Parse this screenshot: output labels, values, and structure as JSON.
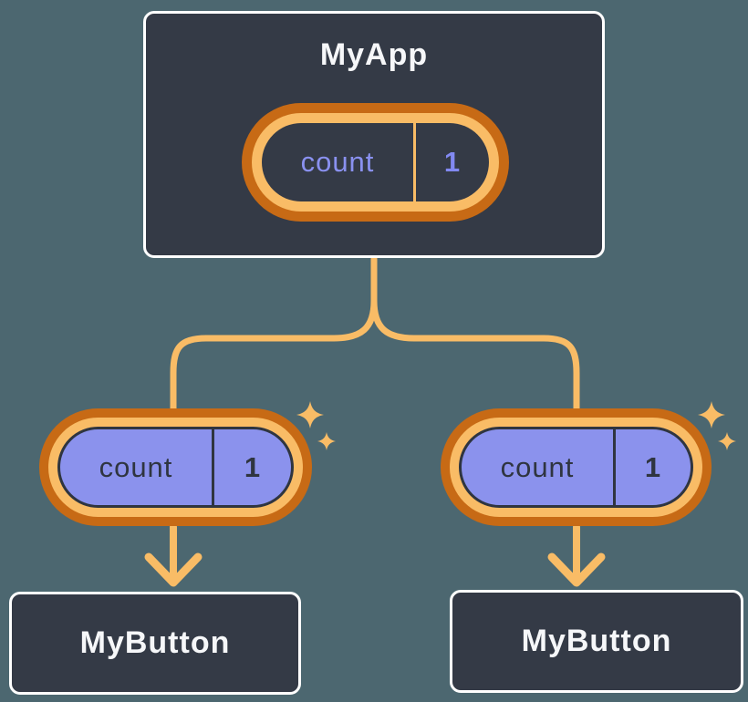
{
  "diagram_title": "React component tree passing state down as props",
  "background_color": "#4C6770",
  "colors": {
    "node_fill": "#343A46",
    "node_border": "#FFFFFF",
    "node_title_text": "#F6F7F9",
    "pill_fill_purple": "#8B92ED",
    "pill_ring_light_orange": "#F9BC66",
    "pill_ring_dark_orange": "#C76A15",
    "connector_orange": "#F9BC66",
    "state_label_purple": "#8A91F0",
    "state_value_purple": "#8289F2",
    "prop_text_dark": "#2F3540"
  },
  "tree": {
    "root": {
      "title": "MyApp",
      "state_pill": {
        "label": "count",
        "value": "1"
      }
    },
    "children": [
      {
        "title": "MyButton",
        "prop_pill": {
          "label": "count",
          "value": "1"
        }
      },
      {
        "title": "MyButton",
        "prop_pill": {
          "label": "count",
          "value": "1"
        }
      }
    ]
  },
  "icons": {
    "sparkle": "four-point-sparkle",
    "arrow": "arrow-down"
  }
}
